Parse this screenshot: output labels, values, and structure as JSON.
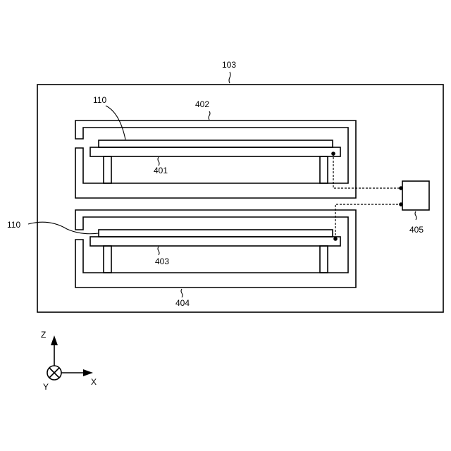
{
  "labels": {
    "chamber": "103",
    "substrate_top": "110",
    "substrate_bottom": "110",
    "electrode_top": "401",
    "cover_top": "402",
    "electrode_bottom": "403",
    "cover_bottom": "404",
    "controller": "405"
  },
  "axes": {
    "z": "Z",
    "x": "X",
    "y": "Y"
  }
}
